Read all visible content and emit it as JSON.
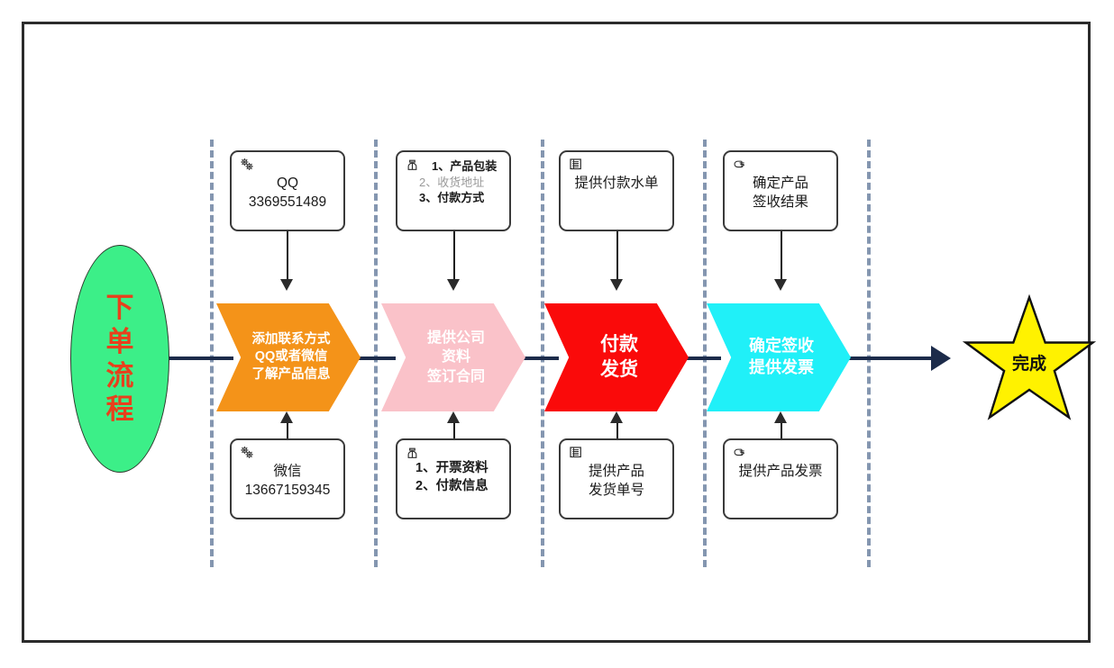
{
  "diagram": {
    "title_node": {
      "label": "下单流程",
      "shape": "ellipse",
      "fill": "#3CEF88",
      "text_color": "#E8401C"
    },
    "finish_node": {
      "label": "完成",
      "shape": "star",
      "fill": "#FFF200",
      "stroke": "#111111",
      "text_color": "#111111"
    },
    "spine_color": "#1C2B4A",
    "lane_divider_color": "#8496B0",
    "frame_color": "#2B2B2B",
    "stages": [
      {
        "id": "stage-1",
        "chevron": {
          "lines": [
            "添加联系方式",
            "QQ或者微信",
            "了解产品信息"
          ],
          "fill": "#F49319",
          "text_color": "#FFFFFF"
        },
        "top_note": {
          "icon": "gears-icon",
          "lines": [
            "QQ",
            "3369551489"
          ]
        },
        "bottom_note": {
          "icon": "gears-icon",
          "lines": [
            "微信",
            "13667159345"
          ]
        }
      },
      {
        "id": "stage-2",
        "chevron": {
          "lines": [
            "提供公司",
            "资料",
            "签订合同"
          ],
          "fill": "#FAC2C9",
          "text_color": "#FFFFFF"
        },
        "top_note": {
          "icon": "person-icon",
          "lines": [
            "1、产品包装",
            "2、收货地址",
            "3、付款方式"
          ]
        },
        "bottom_note": {
          "icon": "person-icon",
          "lines": [
            "1、开票资料",
            "2、付款信息"
          ]
        }
      },
      {
        "id": "stage-3",
        "chevron": {
          "lines": [
            "付款",
            "发货"
          ],
          "fill": "#FA0A0A",
          "text_color": "#FFFFFF"
        },
        "top_note": {
          "icon": "list-document-icon",
          "lines": [
            "提供付款水单"
          ]
        },
        "bottom_note": {
          "icon": "list-document-icon",
          "lines": [
            "提供产品",
            "发货单号"
          ]
        }
      },
      {
        "id": "stage-4",
        "chevron": {
          "lines": [
            "确定签收",
            "提供发票"
          ],
          "fill": "#20F0F8",
          "text_color": "#FFFFFF"
        },
        "top_note": {
          "icon": "pointing-hand-icon",
          "lines": [
            "确定产品",
            "签收结果"
          ]
        },
        "bottom_note": {
          "icon": "pointing-hand-icon",
          "lines": [
            "提供产品发票"
          ]
        }
      }
    ]
  }
}
